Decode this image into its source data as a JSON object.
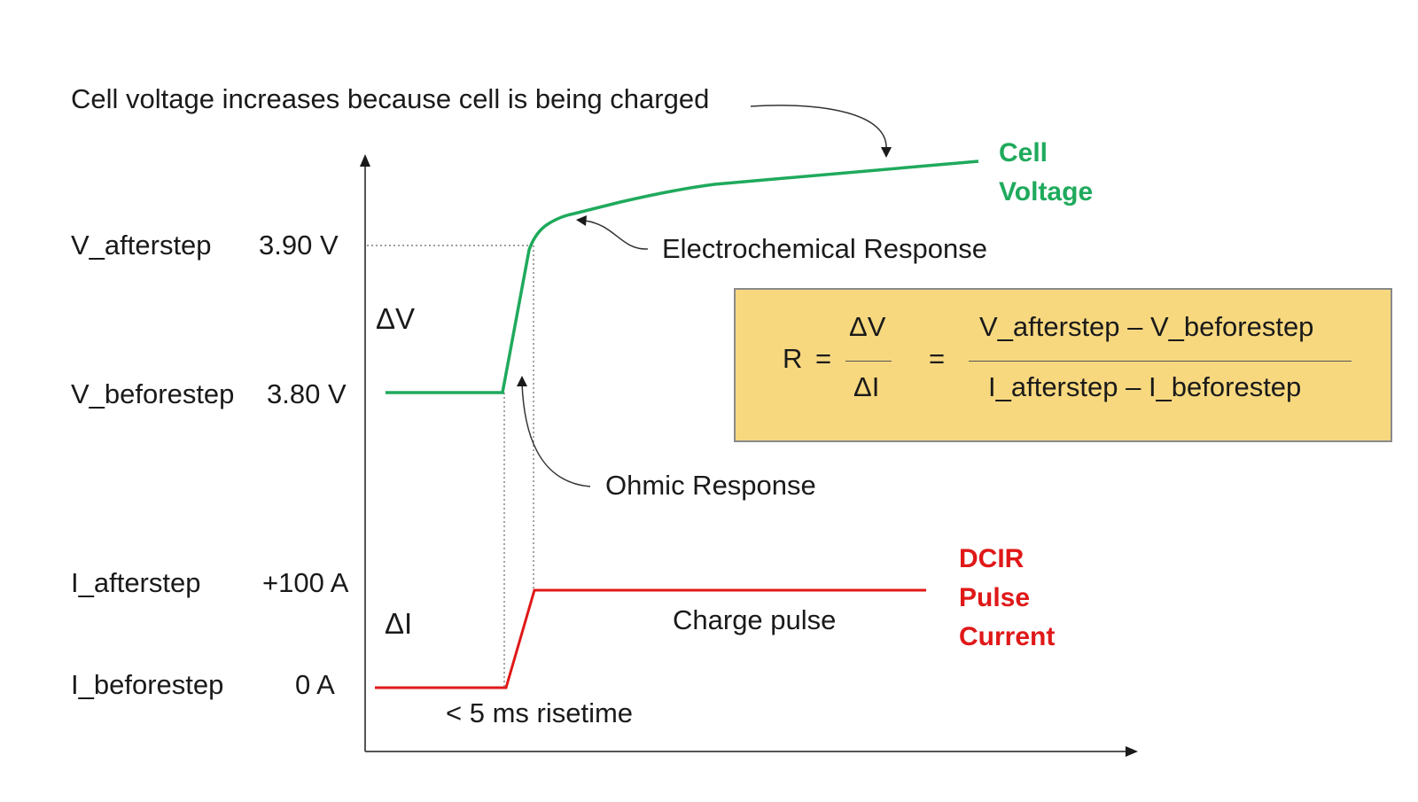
{
  "header_note": "Cell voltage increases because cell is being charged",
  "voltage_levels": {
    "after": {
      "name": "V_afterstep",
      "value": "3.90 V"
    },
    "before": {
      "name": "V_beforestep",
      "value": "3.80 V"
    }
  },
  "current_levels": {
    "after": {
      "name": "I_afterstep",
      "value": "+100 A"
    },
    "before": {
      "name": "I_beforestep",
      "value": "0 A"
    }
  },
  "delta_v": "ΔV",
  "delta_i": "ΔI",
  "annotations": {
    "electrochemical": "Electrochemical Response",
    "ohmic": "Ohmic Response",
    "charge_pulse": "Charge pulse",
    "risetime": "< 5 ms risetime"
  },
  "series_labels": {
    "voltage": [
      "Cell",
      "Voltage"
    ],
    "current": [
      "DCIR",
      "Pulse",
      "Current"
    ]
  },
  "formula": {
    "lhs": "R",
    "eq1": "=",
    "numerator": "ΔV",
    "denominator": "ΔI",
    "eq2": "=",
    "num_expr": "V_afterstep – V_beforestep",
    "den_expr": "I_afterstep – I_beforestep"
  },
  "colors": {
    "voltage": "#1faa5c",
    "current": "#e01818",
    "formula_bg": "#f7d87f"
  }
}
